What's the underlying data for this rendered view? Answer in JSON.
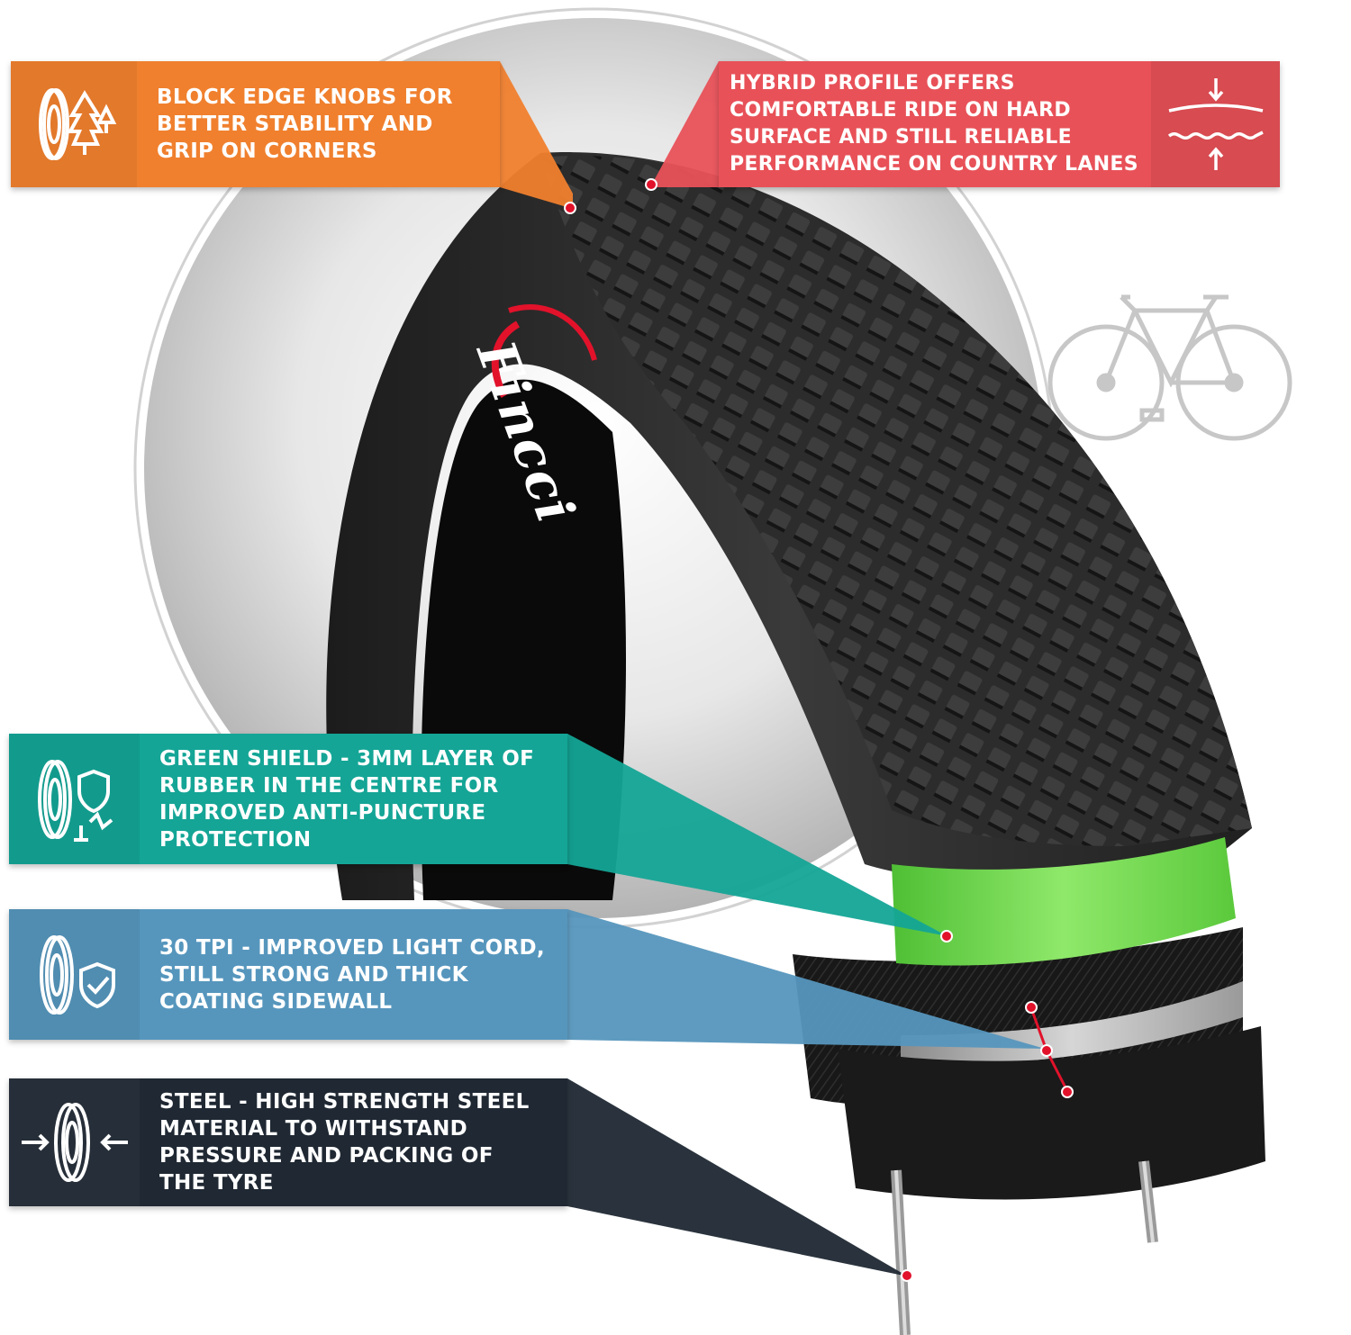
{
  "brand": {
    "logo_text": "Fincci"
  },
  "colors": {
    "orange": "#f0802e",
    "red": "#e85158",
    "teal": "#14a596",
    "blue": "#5696bd",
    "dark": "#1f2833",
    "tyre": "#2b2b2b",
    "green_layer": "#7ee25a",
    "dot": "#e2122b"
  },
  "features": [
    {
      "id": "block-edge",
      "icon": "tyre-trees-icon",
      "lines": [
        "BLOCK EDGE KNOBS FOR",
        "BETTER STABILITY AND",
        "GRIP ON CORNERS"
      ]
    },
    {
      "id": "hybrid-profile",
      "icon": "compression-profile-icon",
      "lines": [
        "HYBRID PROFILE OFFERS",
        "COMFORTABLE RIDE ON HARD",
        "SURFACE AND STILL RELIABLE",
        "PERFORMANCE ON COUNTRY LANES"
      ]
    },
    {
      "id": "green-shield",
      "icon": "tyre-shield-puncture-icon",
      "lines": [
        "GREEN SHIELD - 3MM LAYER OF",
        "RUBBER IN THE CENTRE FOR",
        "IMPROVED ANTI-PUNCTURE",
        "PROTECTION"
      ]
    },
    {
      "id": "tpi",
      "icon": "tyre-check-shield-icon",
      "lines": [
        "30 TPI - IMPROVED LIGHT CORD,",
        "STILL STRONG AND THICK",
        "COATING SIDEWALL"
      ]
    },
    {
      "id": "steel",
      "icon": "tyre-pressure-arrows-icon",
      "lines": [
        "STEEL - HIGH STRENGTH STEEL",
        "MATERIAL TO WITHSTAND",
        "PRESSURE AND PACKING OF",
        "THE TYRE"
      ]
    }
  ],
  "bike_icon": "bicycle-icon"
}
